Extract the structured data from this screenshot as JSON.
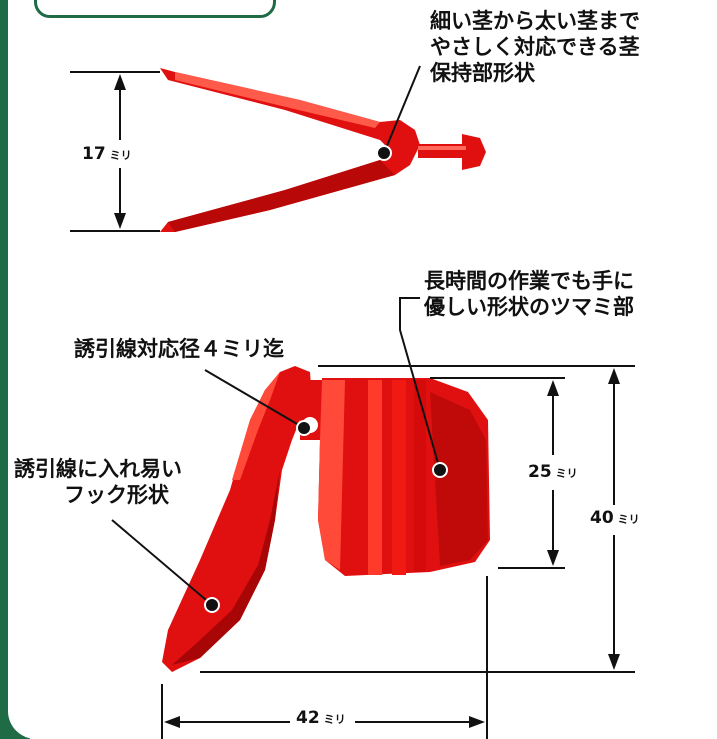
{
  "callouts": {
    "stem_holder": [
      "細い茎から太い茎まで",
      "やさしく対応できる茎",
      "保持部形状"
    ],
    "grip": [
      "長時間の作業でも手に",
      "優しい形状のツマミ部"
    ],
    "wire_diameter": "誘引線対応径４ミリ迄",
    "hook": [
      "誘引線に入れ易い",
      "フック形状"
    ]
  },
  "dimensions": {
    "opening": {
      "value": "17",
      "unit": "ミリ"
    },
    "grip_height": {
      "value": "25",
      "unit": "ミリ"
    },
    "total_height": {
      "value": "40",
      "unit": "ミリ"
    },
    "total_width": {
      "value": "42",
      "unit": "ミリ"
    }
  },
  "colors": {
    "frame": "#1f6b46",
    "product": "#e01010",
    "line": "#111111"
  }
}
